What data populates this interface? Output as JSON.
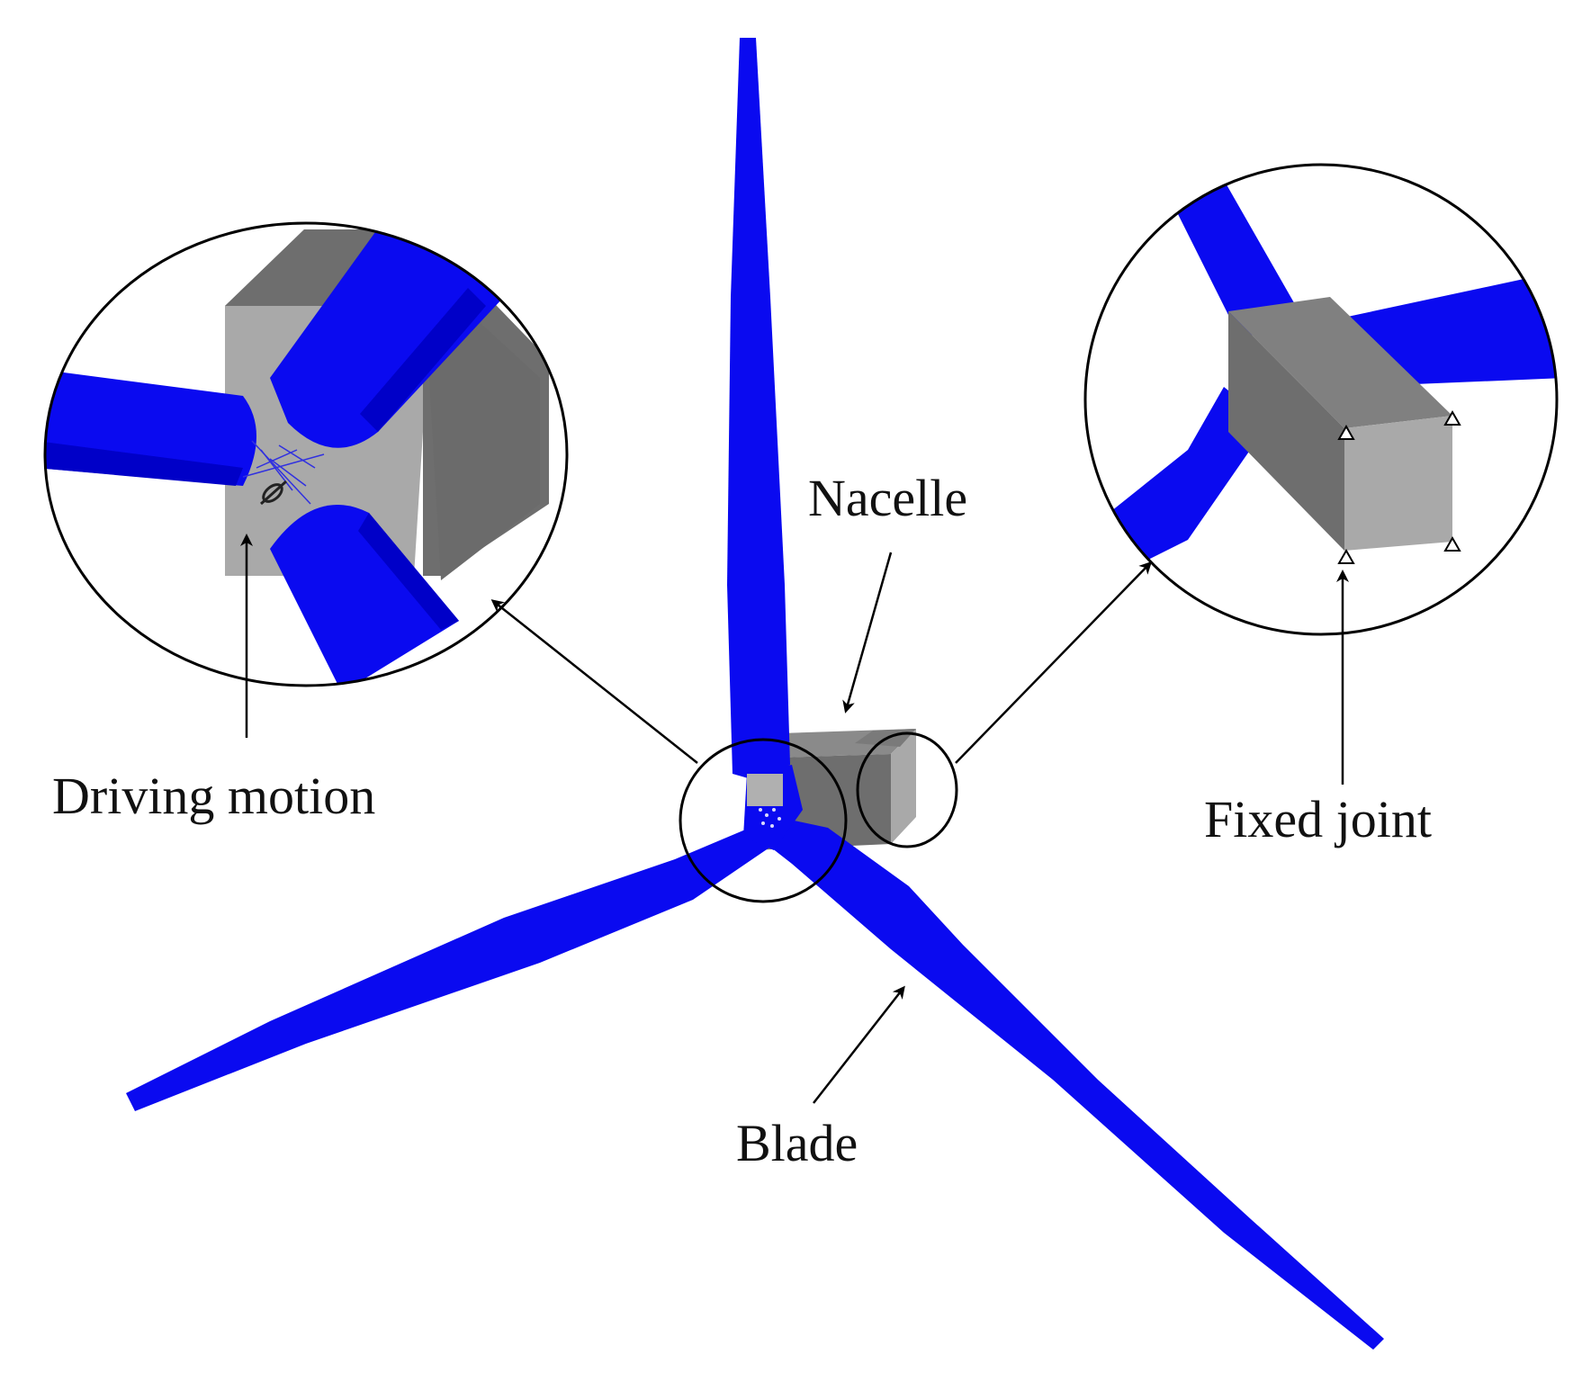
{
  "labels": {
    "nacelle": "Nacelle",
    "driving_motion": "Driving motion",
    "fixed_joint": "Fixed joint",
    "blade": "Blade"
  },
  "colors": {
    "blade": "#0a0af0",
    "blade_shade": "#0000b8",
    "nacelle_dark": "#6e6e6e",
    "nacelle_light": "#a9a9a9",
    "nacelle_mid": "#8a8a8a",
    "line": "#000000",
    "background": "#ffffff"
  },
  "icons": {
    "joint_marker": "triangle-marker-icon"
  }
}
